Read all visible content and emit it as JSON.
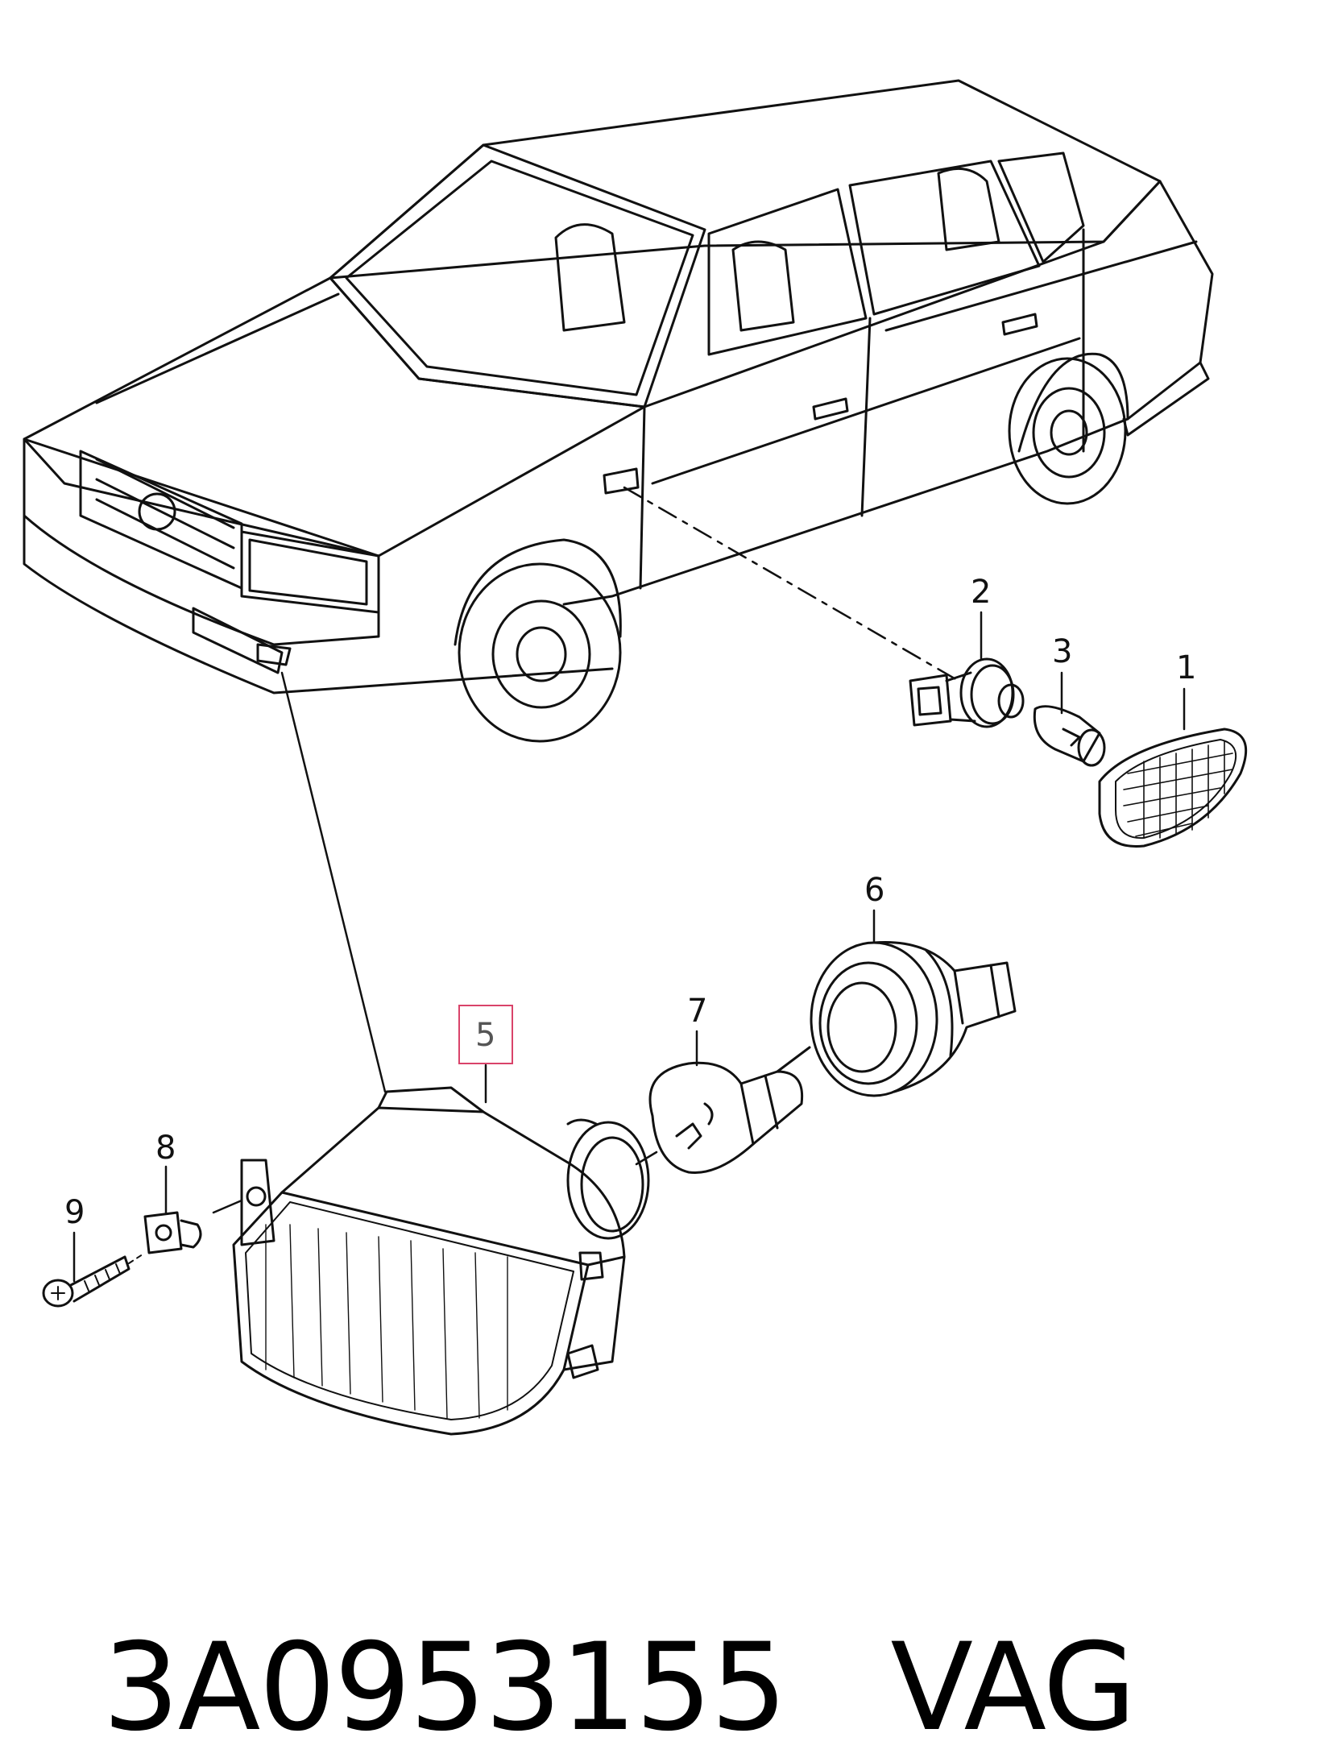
{
  "callouts": {
    "c1": "1",
    "c2": "2",
    "c3": "3",
    "c5": "5",
    "c6": "6",
    "c7": "7",
    "c8": "8",
    "c9": "9"
  },
  "highlight_color": "#d9436a",
  "footer": {
    "part_number": "3A0953155",
    "brand": "VAG"
  }
}
